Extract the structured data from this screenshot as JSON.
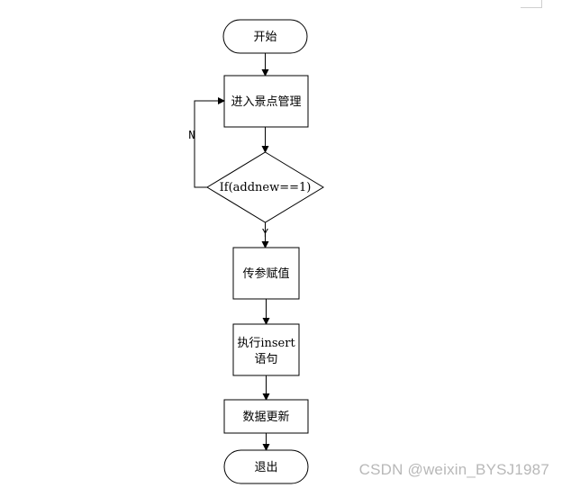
{
  "flowchart": {
    "nodes": {
      "start": "开始",
      "enter_management": "进入景点管理",
      "condition": "If(addnew==1)",
      "assign_params": "传参赋值",
      "execute_insert_line1": "执行insert",
      "execute_insert_line2": "语句",
      "update_data": "数据更新",
      "exit": "退出"
    },
    "edges": {
      "no_label": "N",
      "yes_label": "Y"
    }
  },
  "watermark": "CSDN @weixin_BYSJ1987"
}
